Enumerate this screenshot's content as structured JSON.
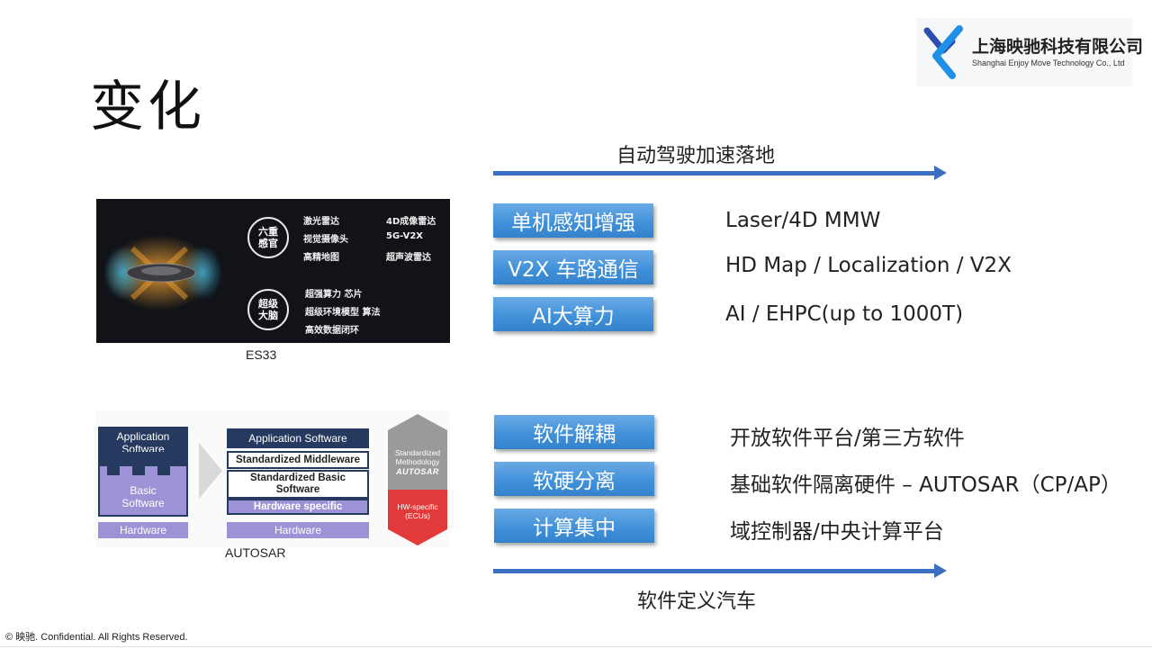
{
  "slide": {
    "title": "变化"
  },
  "logo": {
    "company_cn": "上海映驰科技有限公司",
    "company_en": "Shanghai Enjoy Move Technology Co., Ltd",
    "colors": {
      "primary": "#1e90e8",
      "secondary": "#2a4fb0"
    }
  },
  "top_section": {
    "arrow_label": "自动驾驶加速落地",
    "image": {
      "circle_1": "六重\n感官",
      "items_1": [
        "激光雷达",
        "4D成像雷达",
        "视觉摄像头",
        "5G-V2X",
        "高精地图",
        "超声波雷达"
      ],
      "circle_2": "超级\n大脑",
      "items_2": [
        "超强算力 芯片",
        "超级环境模型 算法",
        "高效数据闭环"
      ],
      "caption": "ES33"
    },
    "rows": [
      {
        "button": "单机感知增强",
        "text": "Laser/4D MMW"
      },
      {
        "button": "V2X 车路通信",
        "text": "HD Map / Localization / V2X"
      },
      {
        "button": "AI大算力",
        "text": "AI / EHPC(up to 1000T)"
      }
    ]
  },
  "bottom_section": {
    "arrow_label": "软件定义汽车",
    "diagram": {
      "left": {
        "app": "Application\nSoftware",
        "basic": "Basic\nSoftware",
        "hardware": "Hardware"
      },
      "middle": {
        "app": "Application Software",
        "middleware": "Standardized Middleware",
        "basic": "Standardized Basic\nSoftware",
        "hw_specific": "Hardware specific",
        "hardware": "Hardware"
      },
      "right": {
        "top": "Standardized\nMethodology",
        "brand": "AUTOSAR",
        "bottom": "HW-specific\n(ECUs)"
      },
      "caption": "AUTOSAR"
    },
    "rows": [
      {
        "button": "软件解耦",
        "text": "开放软件平台/第三方软件"
      },
      {
        "button": "软硬分离",
        "text": "基础软件隔离硬件 – AUTOSAR（CP/AP）"
      },
      {
        "button": "计算集中",
        "text": "域控制器/中央计算平台"
      }
    ]
  },
  "footer": {
    "text": "© 映驰. Confidential. All Rights Reserved."
  },
  "colors": {
    "accent_blue": "#3c6fc4",
    "button_blue": "#3f8fd9",
    "autosar_navy": "#253a5e",
    "autosar_purple": "#9c93d6",
    "autosar_red": "#e23a3a",
    "autosar_gray": "#9a9a9a"
  }
}
